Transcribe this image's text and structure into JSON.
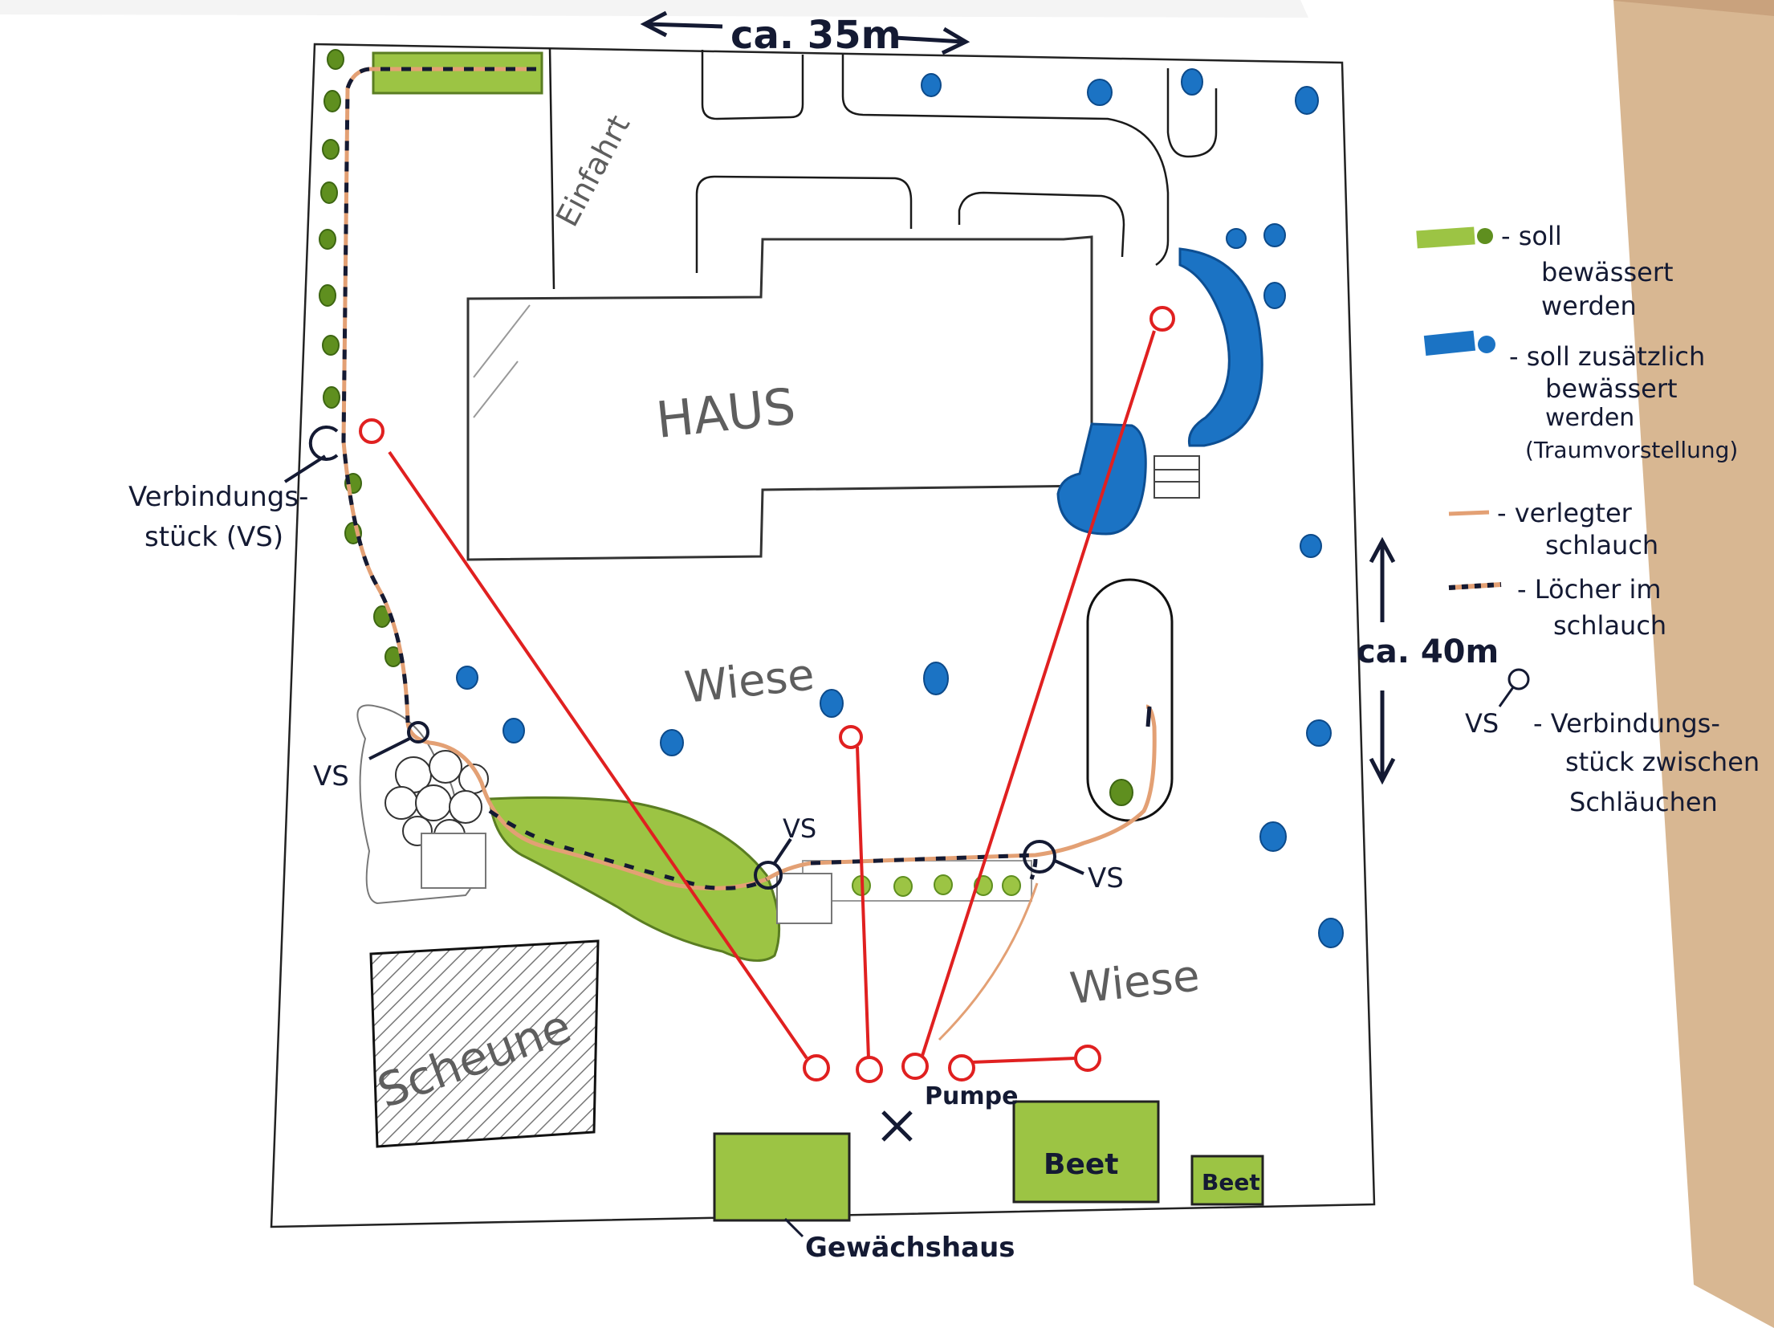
{
  "dimensions": {
    "width_label": "ca. 35m",
    "height_label": "ca. 40m"
  },
  "areas": {
    "house": "HAUS",
    "driveway": "Einfahrt",
    "lawn_upper": "Wiese",
    "lawn_lower": "Wiese",
    "barn": "Scheune",
    "greenhouse": "Gewächshaus",
    "bed_1": "Beet",
    "bed_2": "Beet",
    "pump": "Pumpe",
    "pump_mark": "X"
  },
  "connector_labels": {
    "left": [
      "Verbindungs-",
      "stück (VS)"
    ],
    "vs_1": "VS",
    "vs_2": "VS",
    "vs_3": "VS"
  },
  "legend": {
    "green": [
      "- soll",
      "bewässert",
      "werden"
    ],
    "blue": [
      "- soll zusätzlich",
      "bewässert",
      "werden",
      "(Traumvorstellung)"
    ],
    "hose": [
      "- verlegter",
      "schlauch"
    ],
    "holes": [
      "- Löcher im",
      "schlauch"
    ],
    "vs_symbol": "VS",
    "vs": [
      "- Verbindungs-",
      "stück zwischen",
      "Schläuchen"
    ]
  },
  "colors": {
    "paper": "#ffffff",
    "ink": "#141a33",
    "pencil": "#555555",
    "water_green": "#9cc444",
    "dot_green": "#5f8f1f",
    "water_blue": "#1b73c4",
    "hose": "#e3a074",
    "annotation_red": "#e02020"
  }
}
